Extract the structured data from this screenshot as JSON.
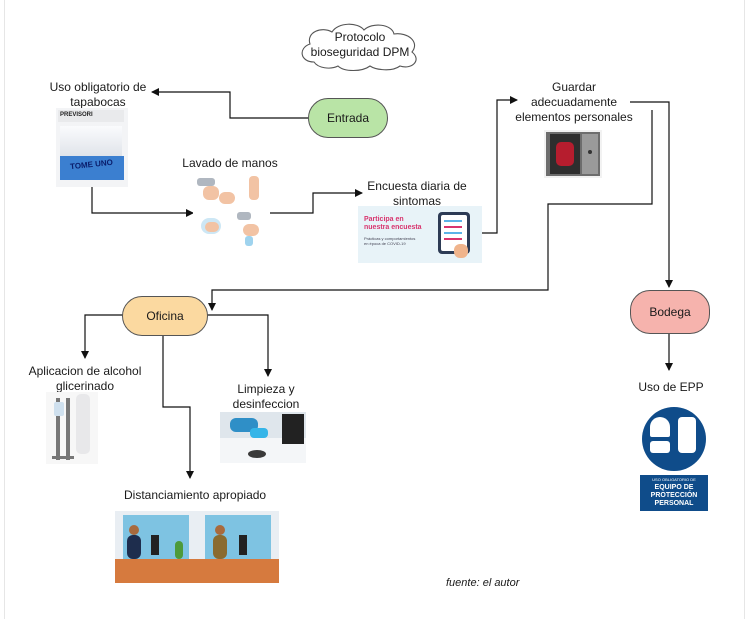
{
  "cloud": {
    "text_line1": "Protocolo",
    "text_line2": "bioseguridad DPM"
  },
  "nodes": {
    "entrada": "Entrada",
    "oficina": "Oficina",
    "bodega": "Bodega"
  },
  "steps": {
    "tapabocas": {
      "line1": "Uso obligatorio de",
      "line2": "tapabocas"
    },
    "lavado": "Lavado de manos",
    "encuesta": {
      "line1": "Encuesta diaria de",
      "line2": "sintomas"
    },
    "guardar": {
      "line1": "Guardar",
      "line2": "adecuadamente",
      "line3": "elementos personales"
    },
    "alcohol": {
      "line1": "Aplicacion de alcohol",
      "line2": "glicerinado"
    },
    "limpieza": {
      "line1": "Limpieza y",
      "line2": "desinfeccion"
    },
    "distanciamiento": "Distanciamiento apropiado",
    "epp": "Uso de EPP"
  },
  "images": {
    "box_brand": "PREVISORI",
    "box_text": "TOME UNO",
    "survey_title1": "Participa en",
    "survey_title2": "nuestra encuesta",
    "survey_sub1": "Prácticas y comportamientos",
    "survey_sub2": "en época de COVID-19",
    "epp_sign1": "USO OBLIGATORIO DE",
    "epp_sign2": "EQUIPO DE",
    "epp_sign3": "PROTECCIÓN",
    "epp_sign4": "PERSONAL"
  },
  "footer": {
    "source": "fuente: el autor"
  },
  "colors": {
    "entrada": "#b9e4a6",
    "oficina": "#fbd9a0",
    "bodega": "#f6b3ad",
    "line": "#111111"
  }
}
